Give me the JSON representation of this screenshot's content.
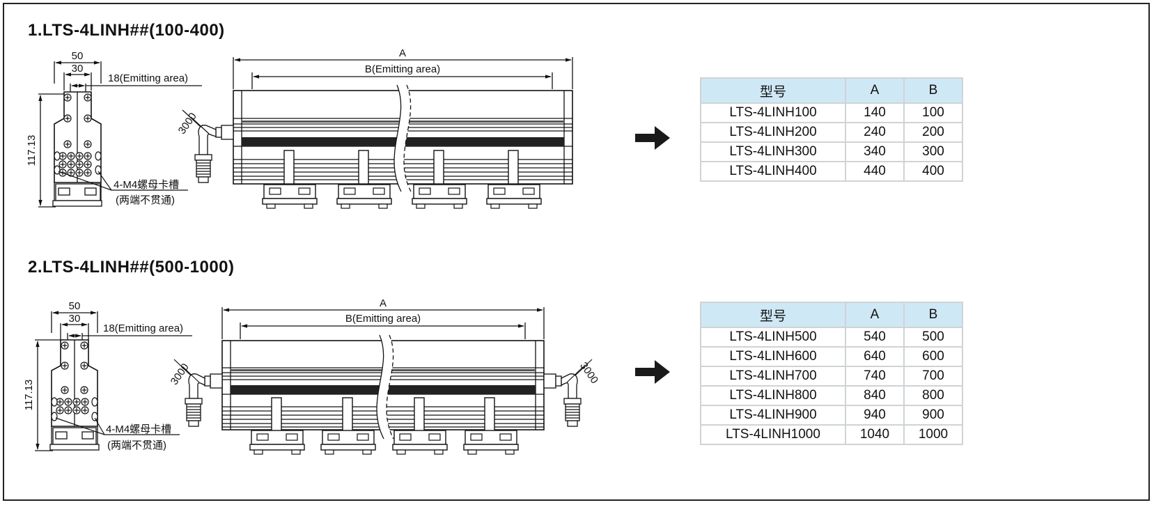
{
  "sections": [
    {
      "title": "1.LTS-4LINH##(100-400)",
      "side_view": {
        "width_total": "50",
        "width_inner": "30",
        "emitting_label": "18(Emitting area)",
        "height": "117.13",
        "slot_label": "4-M4螺母卡槽",
        "slot_note": "(两端不贯通)"
      },
      "front_view": {
        "dim_a": "A",
        "dim_b": "B(Emitting area)",
        "cable_length": "3000"
      },
      "table": {
        "headers": [
          "型号",
          "A",
          "B"
        ],
        "rows": [
          [
            "LTS-4LINH100",
            "140",
            "100"
          ],
          [
            "LTS-4LINH200",
            "240",
            "200"
          ],
          [
            "LTS-4LINH300",
            "340",
            "300"
          ],
          [
            "LTS-4LINH400",
            "440",
            "400"
          ]
        ]
      }
    },
    {
      "title": "2.LTS-4LINH##(500-1000)",
      "side_view": {
        "width_total": "50",
        "width_inner": "30",
        "emitting_label": "18(Emitting area)",
        "height": "117.13",
        "slot_label": "4-M4螺母卡槽",
        "slot_note": "(两端不贯通)"
      },
      "front_view": {
        "dim_a": "A",
        "dim_b": "B(Emitting area)",
        "cable_length_left": "3000",
        "cable_length_right": "3000"
      },
      "table": {
        "headers": [
          "型号",
          "A",
          "B"
        ],
        "rows": [
          [
            "LTS-4LINH500",
            "540",
            "500"
          ],
          [
            "LTS-4LINH600",
            "640",
            "600"
          ],
          [
            "LTS-4LINH700",
            "740",
            "700"
          ],
          [
            "LTS-4LINH800",
            "840",
            "800"
          ],
          [
            "LTS-4LINH900",
            "940",
            "900"
          ],
          [
            "LTS-4LINH1000",
            "1040",
            "1000"
          ]
        ]
      }
    }
  ],
  "colors": {
    "table_header_bg": "#cfe8f5",
    "table_border": "#cfd3d6",
    "line": "#111111"
  }
}
